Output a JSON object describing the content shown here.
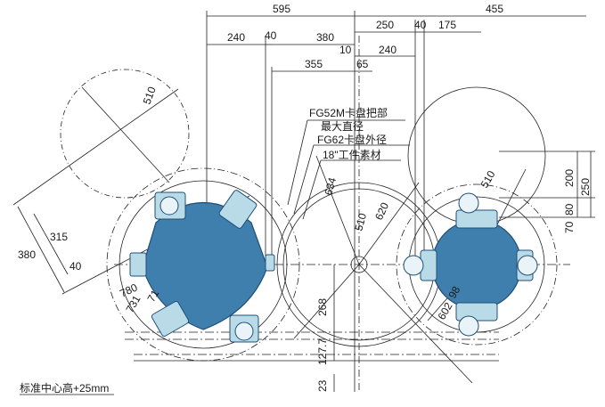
{
  "colors": {
    "body_fill": "#3f7fae",
    "body_stroke": "#1f4f78",
    "jaw_fill": "#b9dbe8",
    "line": "#222222"
  },
  "top_dims": {
    "d595": "595",
    "d455": "455",
    "d250": "250",
    "d40a": "40",
    "d175": "175",
    "d240a": "240",
    "d40b": "40",
    "d380": "380",
    "d10": "10",
    "d240b": "240",
    "d355": "355",
    "d65": "65"
  },
  "callouts": {
    "fg52m_line1": "FG52M卡盘把部",
    "fg52m_line2": "最大直径",
    "fg62": "FG62卡盘外径",
    "workpiece": "18\"工件素材"
  },
  "right_dims": {
    "d200": "200",
    "d250": "250",
    "d80": "80",
    "d70": "70"
  },
  "center_dims": {
    "d634": "634",
    "d510": "510",
    "d620": "620",
    "d268": "268",
    "d127": "127.7",
    "d23": "23"
  },
  "left_dims": {
    "d380": "380",
    "d315": "315",
    "d40": "40",
    "d780": "780",
    "d731": "731",
    "d71": "71",
    "d510": "510"
  },
  "right_lower_dims": {
    "d510": "510",
    "d602": "602",
    "d98": "98"
  },
  "footer": {
    "note": "标准中心高+25mm"
  }
}
